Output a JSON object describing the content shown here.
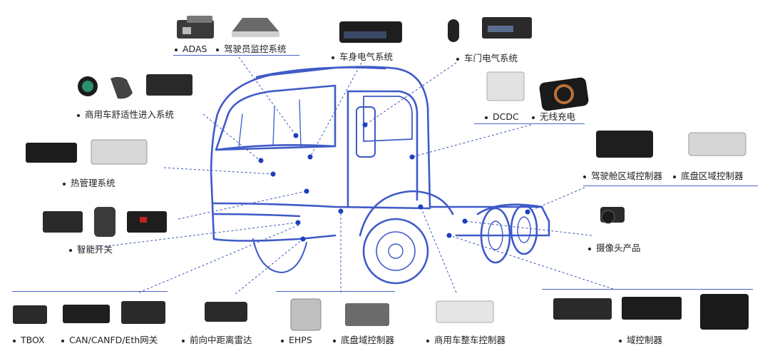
{
  "colors": {
    "truck_line": "#3f5ac8",
    "dot": "#1f3fbf",
    "leader": "#3d57b8",
    "rule": "#4a66c4",
    "device_dark": "#2a2a2a",
    "device_light": "#d9d9d9"
  },
  "labels": {
    "adas": "ADAS",
    "driver_monitor": "驾驶员监控系统",
    "body_electric": "车身电气系统",
    "door_electric": "车门电气系统",
    "comfort_entry": "商用车舒适性进入系统",
    "dcdc": "DCDC",
    "wireless_charge": "无线充电",
    "cockpit_domain": "驾驶舱区域控制器",
    "chassis_zone": "底盘区域控制器",
    "thermal": "热管理系统",
    "smart_switch": "智能开关",
    "camera": "摄像头产品",
    "tbox": "TBOX",
    "gateway": "CAN/CANFD/Eth网关",
    "radar": "前向中距离雷达",
    "ehps": "EHPS",
    "chassis_domain": "底盘域控制器",
    "vehicle_ctrl": "商用车整车控制器",
    "domain_ctrl": "域控制器"
  },
  "icons": [
    "ecu-box-icon",
    "key-fob-icon",
    "camera-module-icon",
    "start-button-icon",
    "switch-panel-icon",
    "motor-pump-icon",
    "wireless-pad-icon",
    "radar-module-icon"
  ]
}
